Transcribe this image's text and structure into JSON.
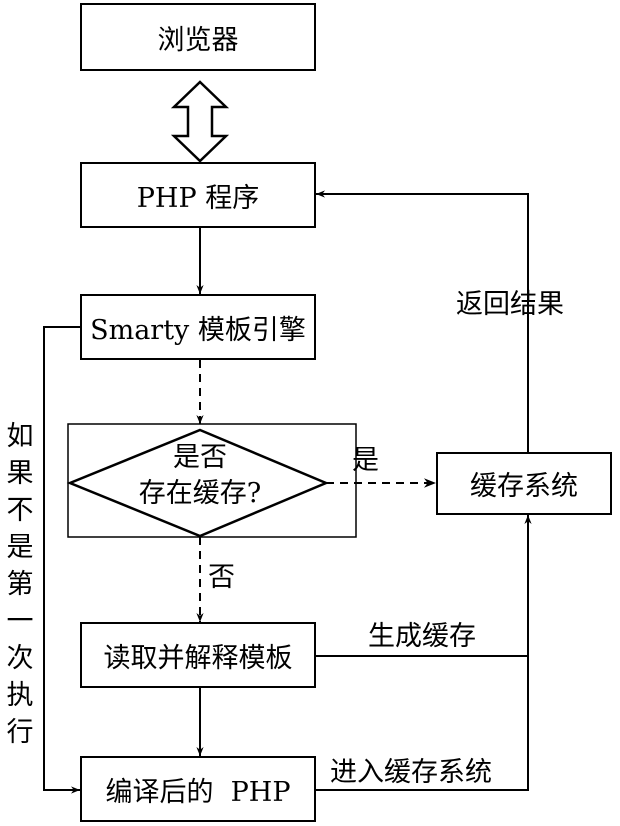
{
  "nodes": {
    "browser": "浏览器",
    "php_program": "PHP 程序",
    "smarty_engine": "Smarty 模板引擎",
    "decision_line1": "是否",
    "decision_line2": "存在缓存?",
    "cache_system": "缓存系统",
    "read_parse": "读取并解释模板",
    "compiled_php": "编译后的  PHP"
  },
  "edge_labels": {
    "yes": "是",
    "no": "否",
    "return_result": "返回结果",
    "generate_cache": "生成缓存",
    "enter_cache": "进入缓存系统"
  },
  "side_note": [
    "如",
    "果",
    "不",
    "是",
    "第",
    "一",
    "次",
    "执",
    "行"
  ]
}
